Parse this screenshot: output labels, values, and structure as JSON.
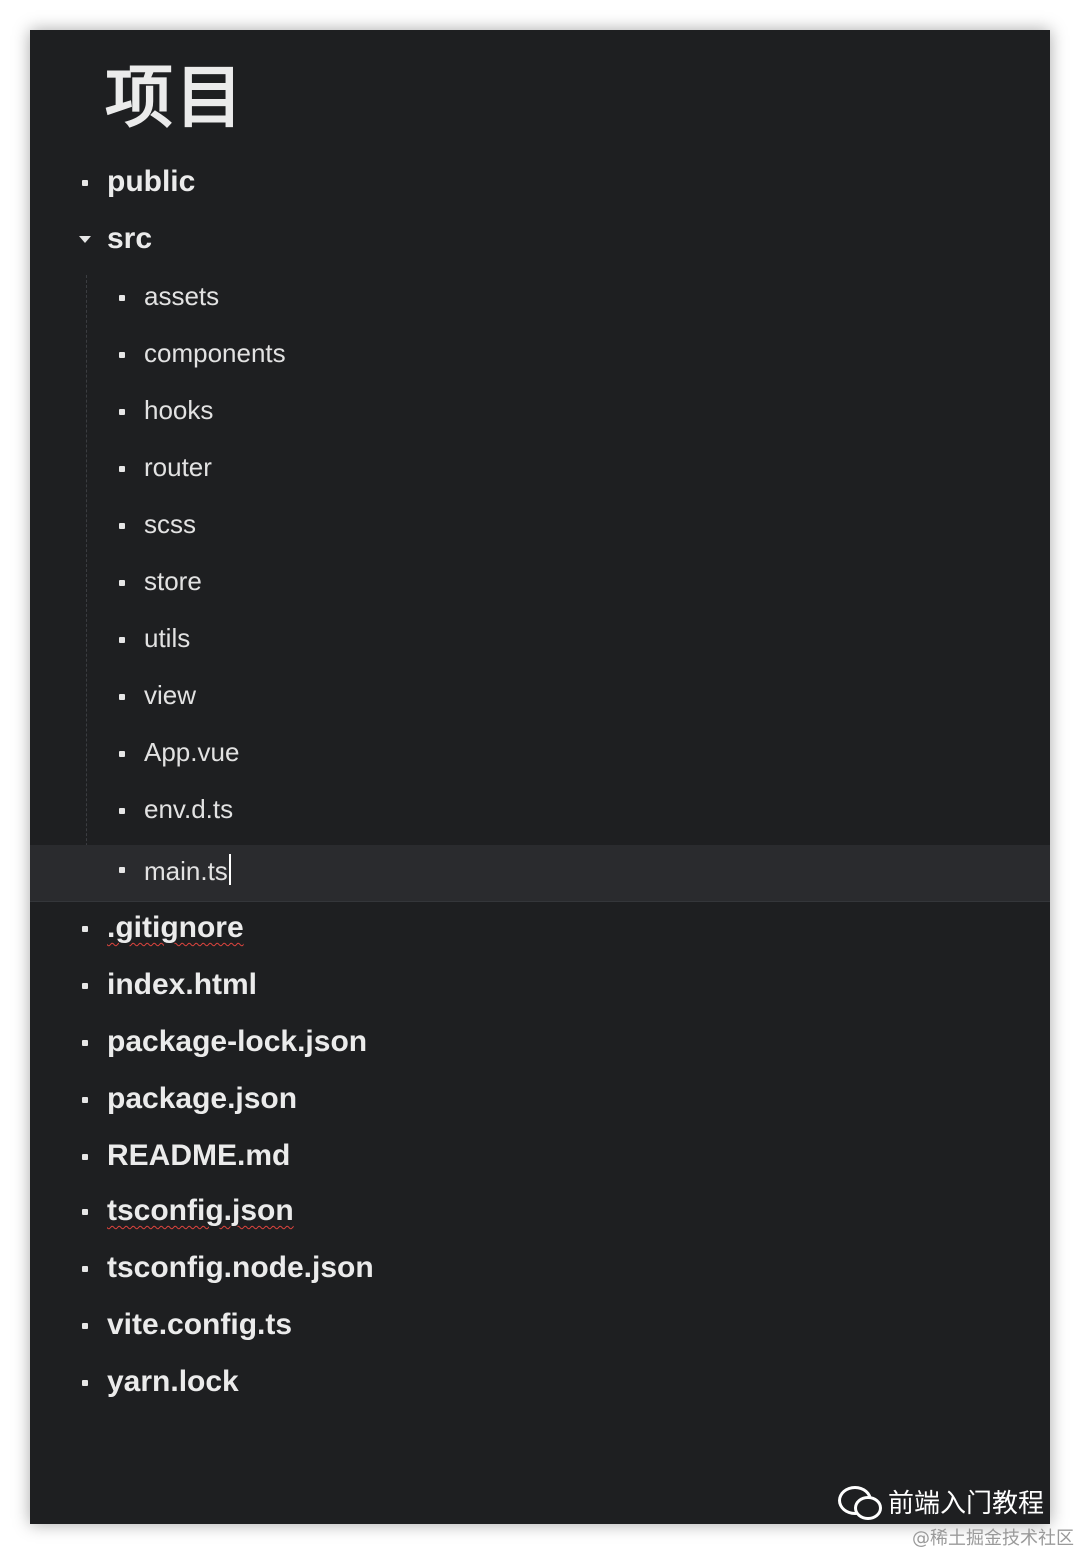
{
  "title": "项目",
  "tree": {
    "public": "public",
    "src": "src",
    "src_children": [
      "assets",
      "components",
      "hooks",
      "router",
      "scss",
      "store",
      "utils",
      "view",
      "App.vue",
      "env.d.ts",
      "main.ts"
    ],
    "root_files": [
      ".gitignore",
      "index.html",
      "package-lock.json",
      "package.json",
      "README.md",
      "tsconfig.json",
      "tsconfig.node.json",
      "vite.config.ts",
      "yarn.lock"
    ]
  },
  "watermark": {
    "brand": "前端入门教程",
    "source": "@稀土掘金技术社区"
  }
}
